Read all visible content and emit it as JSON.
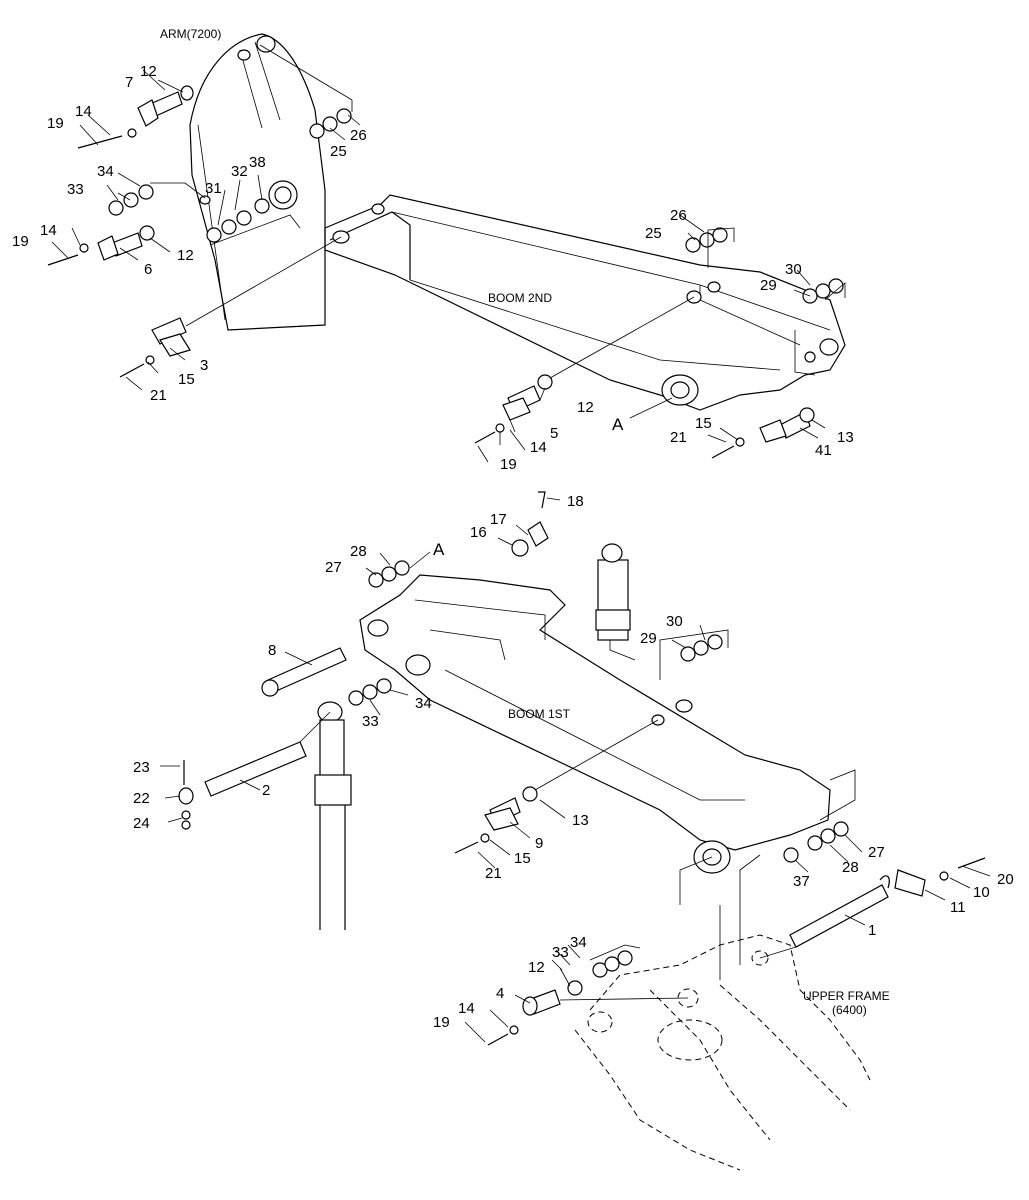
{
  "labels": {
    "arm": "ARM(7200)",
    "boom_2nd": "BOOM 2ND",
    "boom_1st": "BOOM 1ST",
    "upper_frame_1": "UPPER FRAME",
    "upper_frame_2": "(6400)",
    "ref_a_top": "A",
    "ref_a_bottom": "A"
  },
  "callouts": {
    "c7": "7",
    "c12a": "12",
    "c14a": "14",
    "c19a": "19",
    "c26a": "26",
    "c25a": "25",
    "c34a": "34",
    "c33a": "33",
    "c31": "31",
    "c32": "32",
    "c38": "38",
    "c14b": "14",
    "c19b": "19",
    "c6": "6",
    "c12b": "12",
    "c3": "3",
    "c15a": "15",
    "c21a": "21",
    "c26b": "26",
    "c25b": "25",
    "c30a": "30",
    "c29a": "29",
    "c12c": "12",
    "c5": "5",
    "c14c": "14",
    "c19c": "19",
    "c21b": "21",
    "c15b": "15",
    "c41": "41",
    "c13a": "13",
    "c18": "18",
    "c17": "17",
    "c16": "16",
    "c28a": "28",
    "c27a": "27",
    "c30b": "30",
    "c29b": "29",
    "c8": "8",
    "c34b": "34",
    "c33b": "33",
    "c23": "23",
    "c22": "22",
    "c24": "24",
    "c2": "2",
    "c13b": "13",
    "c9": "9",
    "c15c": "15",
    "c21c": "21",
    "c27b": "27",
    "c28b": "28",
    "c37": "37",
    "c20": "20",
    "c10": "10",
    "c11": "11",
    "c1": "1",
    "c33c": "33",
    "c34c": "34",
    "c12d": "12",
    "c4": "4",
    "c14d": "14",
    "c19d": "19"
  }
}
